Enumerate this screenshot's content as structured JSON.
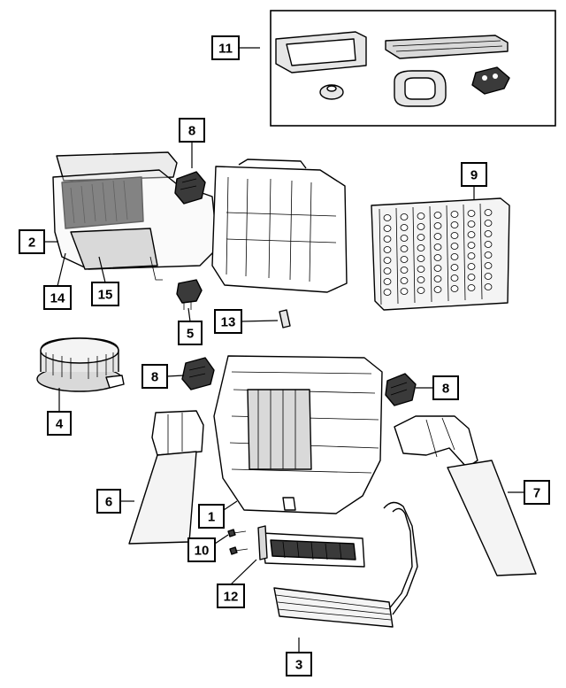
{
  "diagram": {
    "callouts": [
      {
        "id": "c1",
        "label": "1"
      },
      {
        "id": "c2",
        "label": "2"
      },
      {
        "id": "c3",
        "label": "3"
      },
      {
        "id": "c4",
        "label": "4"
      },
      {
        "id": "c5",
        "label": "5"
      },
      {
        "id": "c6",
        "label": "6"
      },
      {
        "id": "c7",
        "label": "7"
      },
      {
        "id": "c8a",
        "label": "8"
      },
      {
        "id": "c8b",
        "label": "8"
      },
      {
        "id": "c8c",
        "label": "8"
      },
      {
        "id": "c9",
        "label": "9"
      },
      {
        "id": "c10",
        "label": "10"
      },
      {
        "id": "c11",
        "label": "11"
      },
      {
        "id": "c12",
        "label": "12"
      },
      {
        "id": "c13",
        "label": "13"
      },
      {
        "id": "c14",
        "label": "14"
      },
      {
        "id": "c15",
        "label": "15"
      }
    ],
    "colors": {
      "line": "#000000",
      "fill": "#ffffff",
      "shade": "#d9d9d9",
      "dark": "#3a3a3a"
    }
  }
}
